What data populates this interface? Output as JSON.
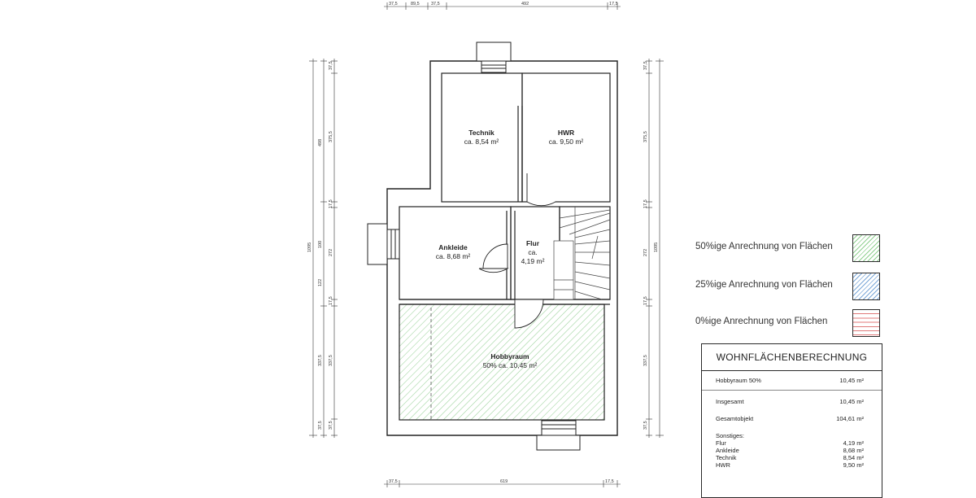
{
  "rooms": {
    "technik": {
      "name": "Technik",
      "area": "ca. 8,54 m²"
    },
    "hwr": {
      "name": "HWR",
      "area": "ca. 9,50 m²"
    },
    "ankleide": {
      "name": "Ankleide",
      "area": "ca. 8,68 m²"
    },
    "flur": {
      "name": "Flur",
      "area_prefix": "ca.",
      "area": "4,19 m²"
    },
    "hobbyraum": {
      "name": "Hobbyraum",
      "area": "50% ca. 10,45 m²"
    }
  },
  "dimensions": {
    "top": [
      "37,5",
      "89,5",
      "37,5",
      "492",
      "17,5"
    ],
    "bottom": [
      "37,5",
      "619",
      "17,5"
    ],
    "left_total": "1095",
    "left_upper_total": "498",
    "left_mid": [
      "100",
      "122"
    ],
    "left_inner": [
      "37,5",
      "375,5",
      "17,5",
      "272",
      "17,5",
      "337,5",
      "37,5"
    ],
    "left_outer_bottom": [
      "337,5",
      "37,5"
    ],
    "right_inner": [
      "37,5",
      "375,5",
      "17,5",
      "272",
      "17,5",
      "337,5",
      "37,5"
    ],
    "right_total": "1095"
  },
  "legend": [
    {
      "label": "50%ige Anrechnung von Flächen",
      "color": "#8fd08f"
    },
    {
      "label": "25%ige Anrechnung von Flächen",
      "color": "#7aa7d8"
    },
    {
      "label": "0%ige Anrechnung von Flächen",
      "color": "#e07a7a"
    }
  ],
  "calculation": {
    "title": "WOHNFLÄCHENBERECHNUNG",
    "hobbyraum": {
      "label": "Hobbyraum 50%",
      "value": "10,45 m²"
    },
    "insgesamt": {
      "label": "Insgesamt",
      "value": "10,45 m²"
    },
    "gesamtobjekt": {
      "label": "Gesamtobjekt",
      "value": "104,61 m²"
    },
    "sonstiges_label": "Sonstiges:",
    "sonstiges": [
      {
        "label": "Flur",
        "value": "4,19 m²"
      },
      {
        "label": "Ankleide",
        "value": "8,68 m²"
      },
      {
        "label": "Technik",
        "value": "8,54 m²"
      },
      {
        "label": "HWR",
        "value": "9,50 m²"
      }
    ]
  }
}
